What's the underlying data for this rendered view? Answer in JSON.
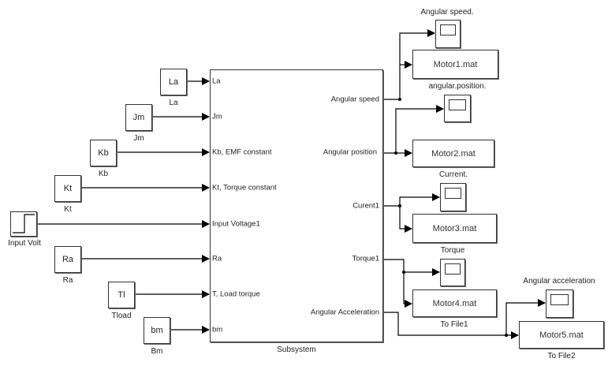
{
  "subsystem": {
    "name": "Subsystem",
    "inputs": [
      "La",
      "Jm",
      "Kb, EMF constant",
      "Kt, Torque constant",
      "Input Voltage1",
      "Ra",
      "T, Load torque",
      "bm"
    ],
    "outputs": [
      "Angular speed",
      "Angular position",
      "Curent1",
      "Torque1",
      "Angular Acceleration"
    ]
  },
  "constants": [
    {
      "value": "La",
      "label": "La"
    },
    {
      "value": "Jm",
      "label": "Jm"
    },
    {
      "value": "Kb",
      "label": "Kb"
    },
    {
      "value": "Kt",
      "label": "Kt"
    },
    {
      "value": "Ra",
      "label": "Ra"
    },
    {
      "value": "Tl",
      "label": "Tload"
    },
    {
      "value": "bm",
      "label": "Bm"
    }
  ],
  "step": {
    "label": "Input Volt"
  },
  "scopes": [
    {
      "label": "Angular speed."
    },
    {
      "label": "angular.position."
    },
    {
      "label": "Current."
    },
    {
      "label": "Torque"
    },
    {
      "label": "Angular acceleration"
    }
  ],
  "to_files": [
    {
      "filename": "Motor1.mat",
      "label": ""
    },
    {
      "filename": "Motor2.mat",
      "label": ""
    },
    {
      "filename": "Motor3.mat",
      "label": ""
    },
    {
      "filename": "Motor4.mat",
      "label": "To File1"
    },
    {
      "filename": "Motor5.mat",
      "label": "To File2"
    }
  ]
}
